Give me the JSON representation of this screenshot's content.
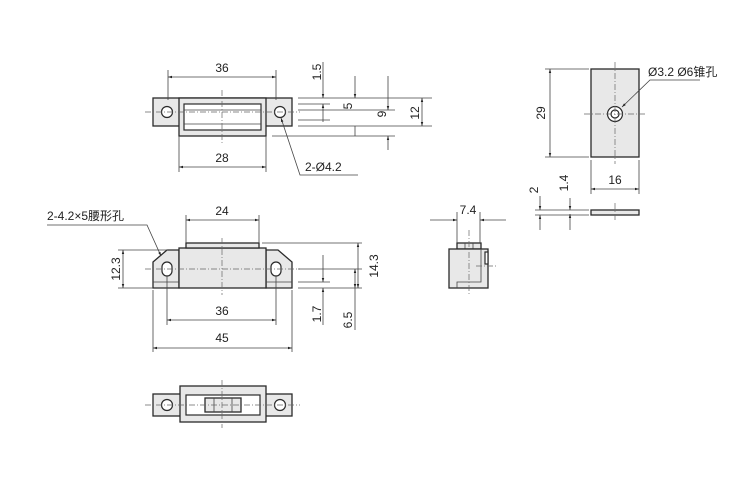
{
  "top_view": {
    "dim_overall": "36",
    "dim_body": "28",
    "hole_note": "2-Ø4.2",
    "dim_a": "1.5",
    "dim_b": "5",
    "dim_c": "9",
    "dim_d": "12"
  },
  "front_view": {
    "slot_note": "2-4.2×5腰形孔",
    "dim_cap": "24",
    "dim_height": "12.3",
    "dim_hole_pitch": "36",
    "dim_overall": "45",
    "dim_a": "1.7",
    "dim_b": "6.5",
    "dim_c": "14.3"
  },
  "side_view": {
    "dim_width": "7.4"
  },
  "strike_plate": {
    "hole_note": "Ø3.2 Ø6锥孔",
    "dim_length": "29",
    "dim_width": "16",
    "dim_thickness": "2",
    "dim_offset": "1.4"
  }
}
